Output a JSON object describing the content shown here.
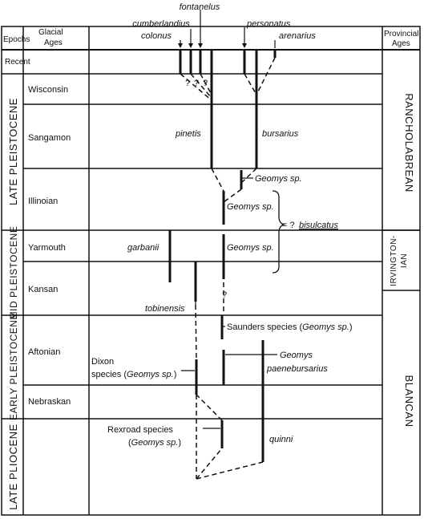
{
  "header": {
    "epochs": "Epochs",
    "glacial_ages_line1": "Glacial",
    "glacial_ages_line2": "Ages",
    "provincial_ages_line1": "Provincial",
    "provincial_ages_line2": "Ages"
  },
  "glacial_ages": [
    "Recent",
    "Wisconsin",
    "Sangamon",
    "Illinoian",
    "Yarmouth",
    "Kansan",
    "Aftonian",
    "Nebraskan"
  ],
  "epochs": [
    "LATE PLEISTOCENE",
    "MID PLEISTOCENE",
    "EARLY PLEISTOCENE",
    "LATE PLIOCENE"
  ],
  "provincial_ages": [
    "RANCHOLABREAN",
    "IRVINGTON-",
    "IAN",
    "BLANCAN"
  ],
  "taxa": {
    "fontanelus": "fontanelus",
    "cumberlandius": "cumberlandius",
    "colonus": "colonus",
    "personatus": "personatus",
    "arenarius": "arenarius",
    "pinetis": "pinetis",
    "bursarius": "bursarius",
    "geomys_sp_label": "Geomys sp.",
    "bisulcatus_prefix": "= ? ",
    "bisulcatus": "bisulcatus",
    "garbanii": "garbanii",
    "tobinensis": "tobinensis",
    "query_mark": "?",
    "saunders_prefix": "Saunders species (",
    "saunders_genus": "Geomys sp.",
    "paleo_line1": "Geomys",
    "paleo_line2": "paenebursarius",
    "dixon_line1": "Dixon",
    "dixon_line2_prefix": "species (",
    "dixon_genus": "Geomys sp.",
    "rexroad_line1": "Rexroad species",
    "rexroad_genus": "Geomys sp.",
    "quinni": "quinni",
    "close_paren": ")",
    "open_paren": "("
  }
}
